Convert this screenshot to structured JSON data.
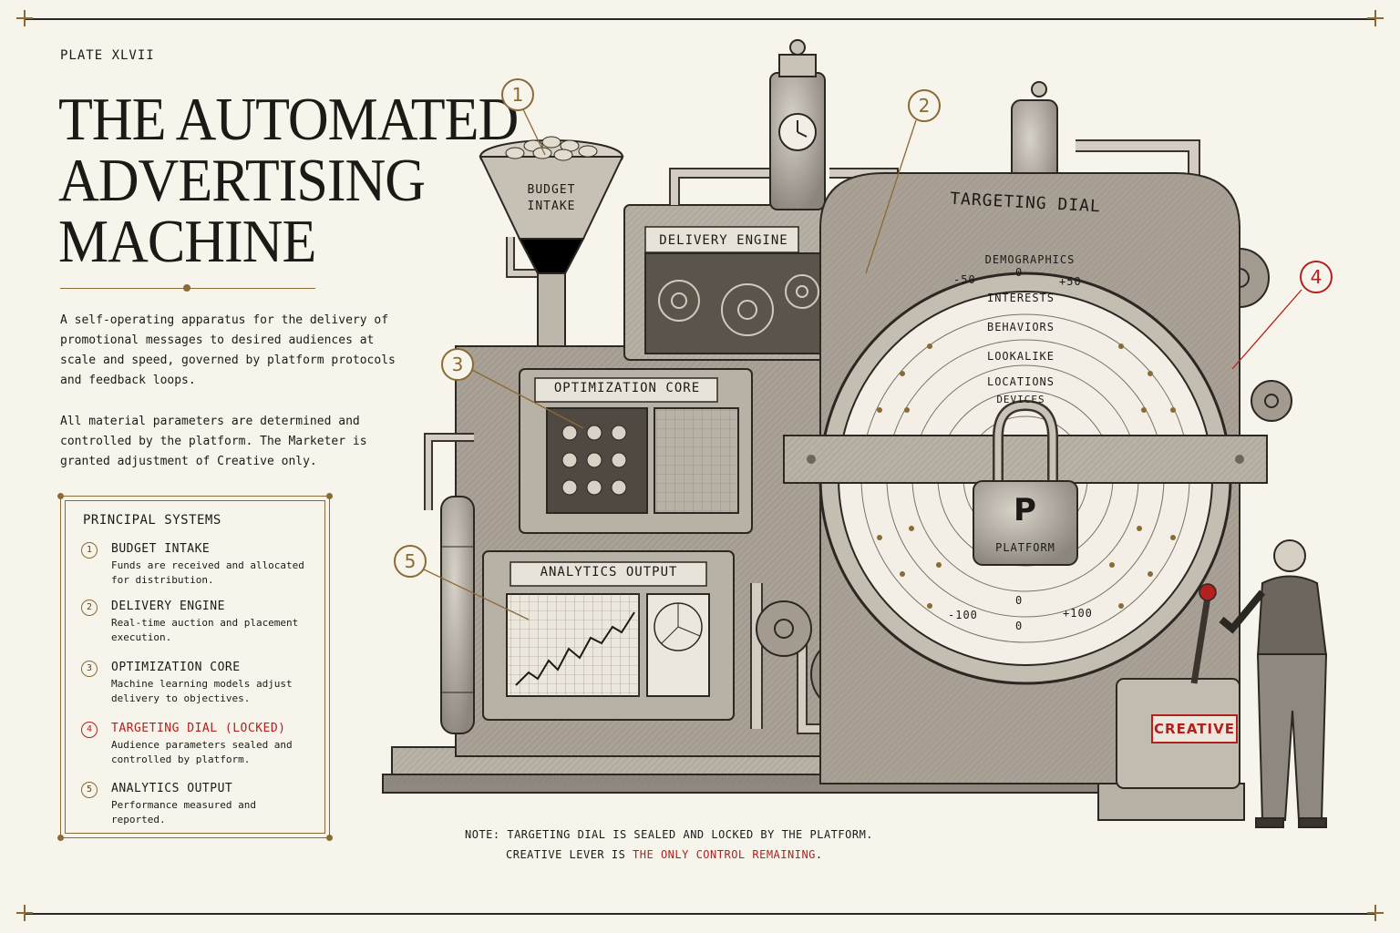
{
  "plate": "PLATE XLVII",
  "title": [
    "THE AUTOMATED",
    "ADVERTISING",
    "MACHINE"
  ],
  "paragraphs": [
    "A self-operating apparatus for the delivery of promotional messages to desired audiences at scale and speed, governed by platform protocols and feedback loops.",
    "All material parameters are determined and controlled by the platform. The Marketer is granted adjustment of Creative only."
  ],
  "systems": {
    "heading": "PRINCIPAL SYSTEMS",
    "items": [
      {
        "num": "1",
        "title": "BUDGET INTAKE",
        "desc": "Funds are received and allocated for distribution."
      },
      {
        "num": "2",
        "title": "DELIVERY ENGINE",
        "desc": "Real-time auction and placement execution."
      },
      {
        "num": "3",
        "title": "OPTIMIZATION CORE",
        "desc": "Machine learning models adjust delivery to objectives."
      },
      {
        "num": "4",
        "title": "TARGETING DIAL (LOCKED)",
        "desc": "Audience parameters sealed and controlled by platform."
      },
      {
        "num": "5",
        "title": "ANALYTICS OUTPUT",
        "desc": "Performance measured and reported."
      }
    ]
  },
  "machine_labels": {
    "budget_intake": [
      "BUDGET",
      "INTAKE"
    ],
    "delivery_engine": "DELIVERY ENGINE",
    "optimization_core": "OPTIMIZATION CORE",
    "analytics_output": "ANALYTICS OUTPUT",
    "targeting_dial": "TARGETING DIAL",
    "dial_rings": [
      "DEMOGRAPHICS",
      "INTERESTS",
      "BEHAVIORS",
      "LOOKALIKE",
      "LOCATIONS",
      "DEVICES"
    ],
    "dial_scale_top": [
      "-50",
      "0",
      "+50"
    ],
    "dial_scale_bottom": [
      "-100",
      "0",
      "0",
      "+100"
    ],
    "lock_label": "PLATFORM",
    "lock_letter": "P",
    "creative_lever": "CREATIVE"
  },
  "callouts": [
    "1",
    "2",
    "3",
    "4",
    "5"
  ],
  "note": {
    "line1": "NOTE: TARGETING DIAL IS SEALED AND LOCKED BY THE PLATFORM.",
    "line2_prefix": "CREATIVE LEVER IS ",
    "line2_highlight": "THE ONLY CONTROL REMAINING",
    "line2_suffix": "."
  },
  "colors": {
    "accent": "#8a6a35",
    "alert": "#b3201d",
    "ink": "#1c1a17",
    "paper": "#f7f4ec"
  }
}
